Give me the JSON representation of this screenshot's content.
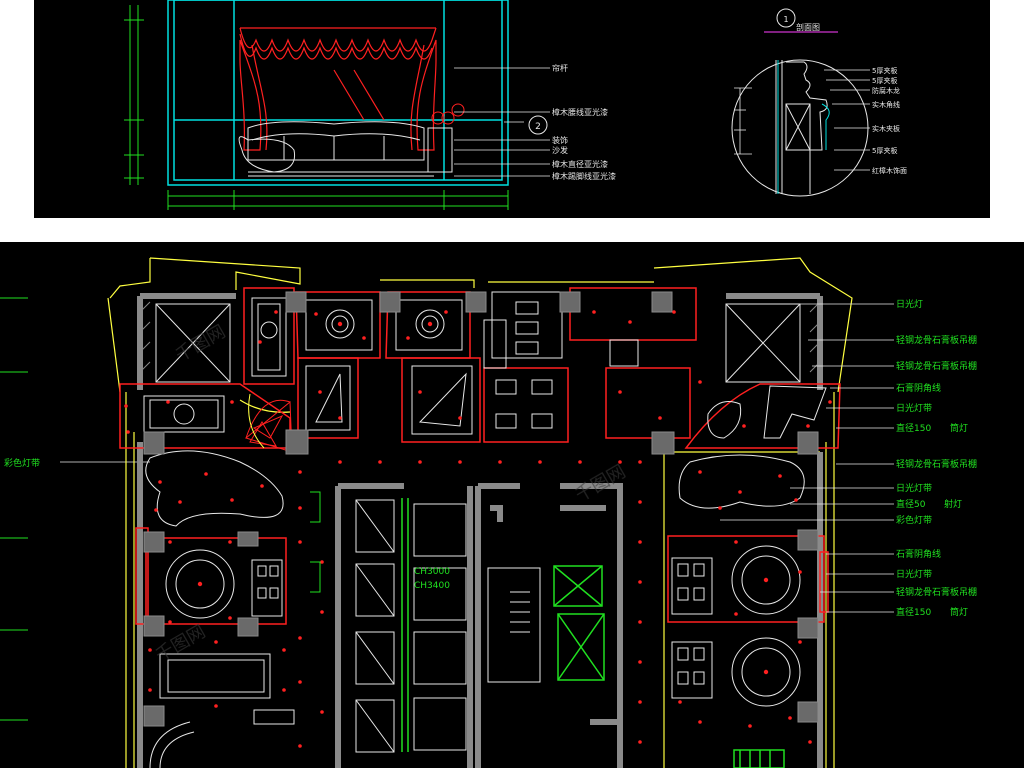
{
  "elevation": {
    "labels": [
      "帘杆",
      "樟木腰线亚光漆",
      "装饰",
      "沙发",
      "樟木直径亚光漆",
      "樟木踢脚线亚光漆"
    ],
    "detail_title": "剖面图",
    "detail_marker": "1",
    "section_marker": "2",
    "detail_labels": [
      "5厚夹板",
      "5厚夹板",
      "防腐木龙",
      "实木角线",
      "实木夹板",
      "5厚夹板",
      "红樟木饰面"
    ]
  },
  "plan": {
    "left_label": "彩色灯带",
    "room_labels": [
      "CH3000",
      "CH3400"
    ],
    "right_labels": [
      "日光灯",
      "轻钢龙骨石膏板吊棚",
      "轻钢龙骨石膏板吊棚",
      "石膏阴角线",
      "日光灯带",
      "直径150",
      "筒灯",
      "轻钢龙骨石膏板吊棚",
      "日光灯带",
      "直径50",
      "射灯",
      "彩色灯带",
      "石膏阴角线",
      "日光灯带",
      "轻钢龙骨石膏板吊棚",
      "直径150",
      "筒灯"
    ]
  },
  "watermark": "千图网",
  "colors": {
    "background": "#000000",
    "cad_red": "#ff2020",
    "cad_cyan": "#00e0e0",
    "cad_green": "#20e020",
    "cad_yellow": "#ffff40",
    "cad_white": "#e8e8e8",
    "cad_magenta": "#ff40ff",
    "cad_grey": "#8a8a8a"
  }
}
